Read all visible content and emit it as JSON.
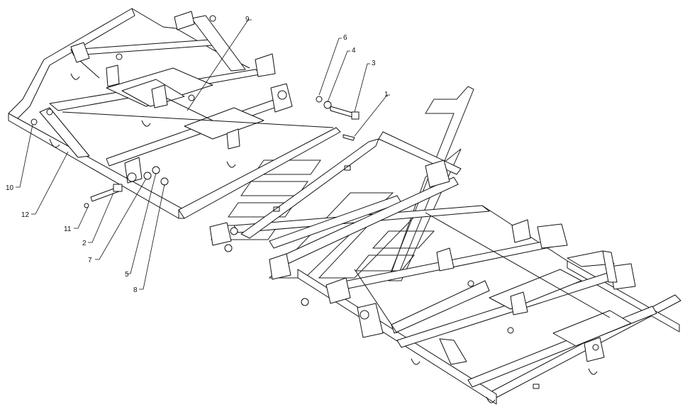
{
  "diagram": {
    "callouts": [
      {
        "id": "c9",
        "label": "9"
      },
      {
        "id": "c6",
        "label": "6"
      },
      {
        "id": "c4",
        "label": "4"
      },
      {
        "id": "c3",
        "label": "3"
      },
      {
        "id": "c1",
        "label": "1"
      },
      {
        "id": "c10",
        "label": "10"
      },
      {
        "id": "c12",
        "label": "12"
      },
      {
        "id": "c11",
        "label": "11"
      },
      {
        "id": "c2",
        "label": "2"
      },
      {
        "id": "c7",
        "label": "7"
      },
      {
        "id": "c5",
        "label": "5"
      },
      {
        "id": "c8",
        "label": "8"
      }
    ]
  }
}
